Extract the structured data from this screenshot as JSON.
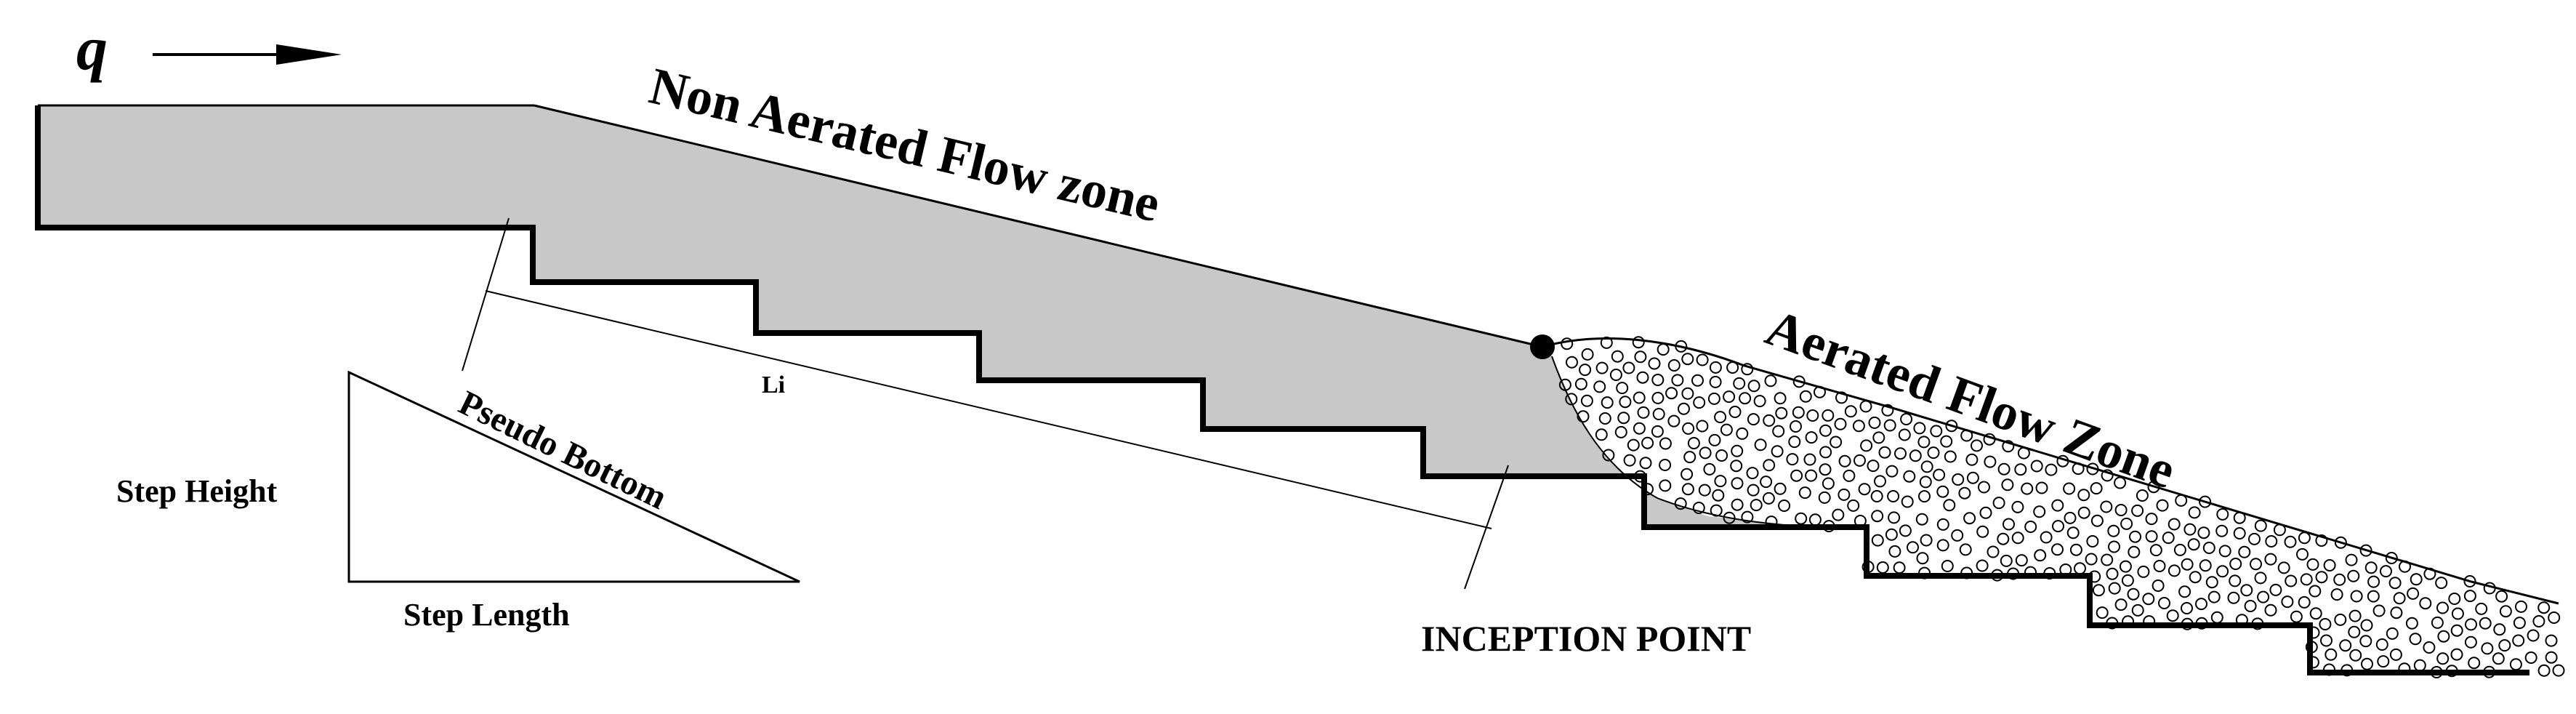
{
  "labels": {
    "q": "q",
    "non_aerated": "Non Aerated Flow zone",
    "aerated": "Aerated Flow Zone",
    "li": "Li",
    "pseudo_bottom": "Pseudo Bottom",
    "step_height": "Step Height",
    "step_length": "Step Length",
    "inception_point": "INCEPTION POINT"
  },
  "colors": {
    "non_aerated_fill": "#c8c8c8",
    "aerated_fill": "#ffffff",
    "outline": "#000000"
  }
}
